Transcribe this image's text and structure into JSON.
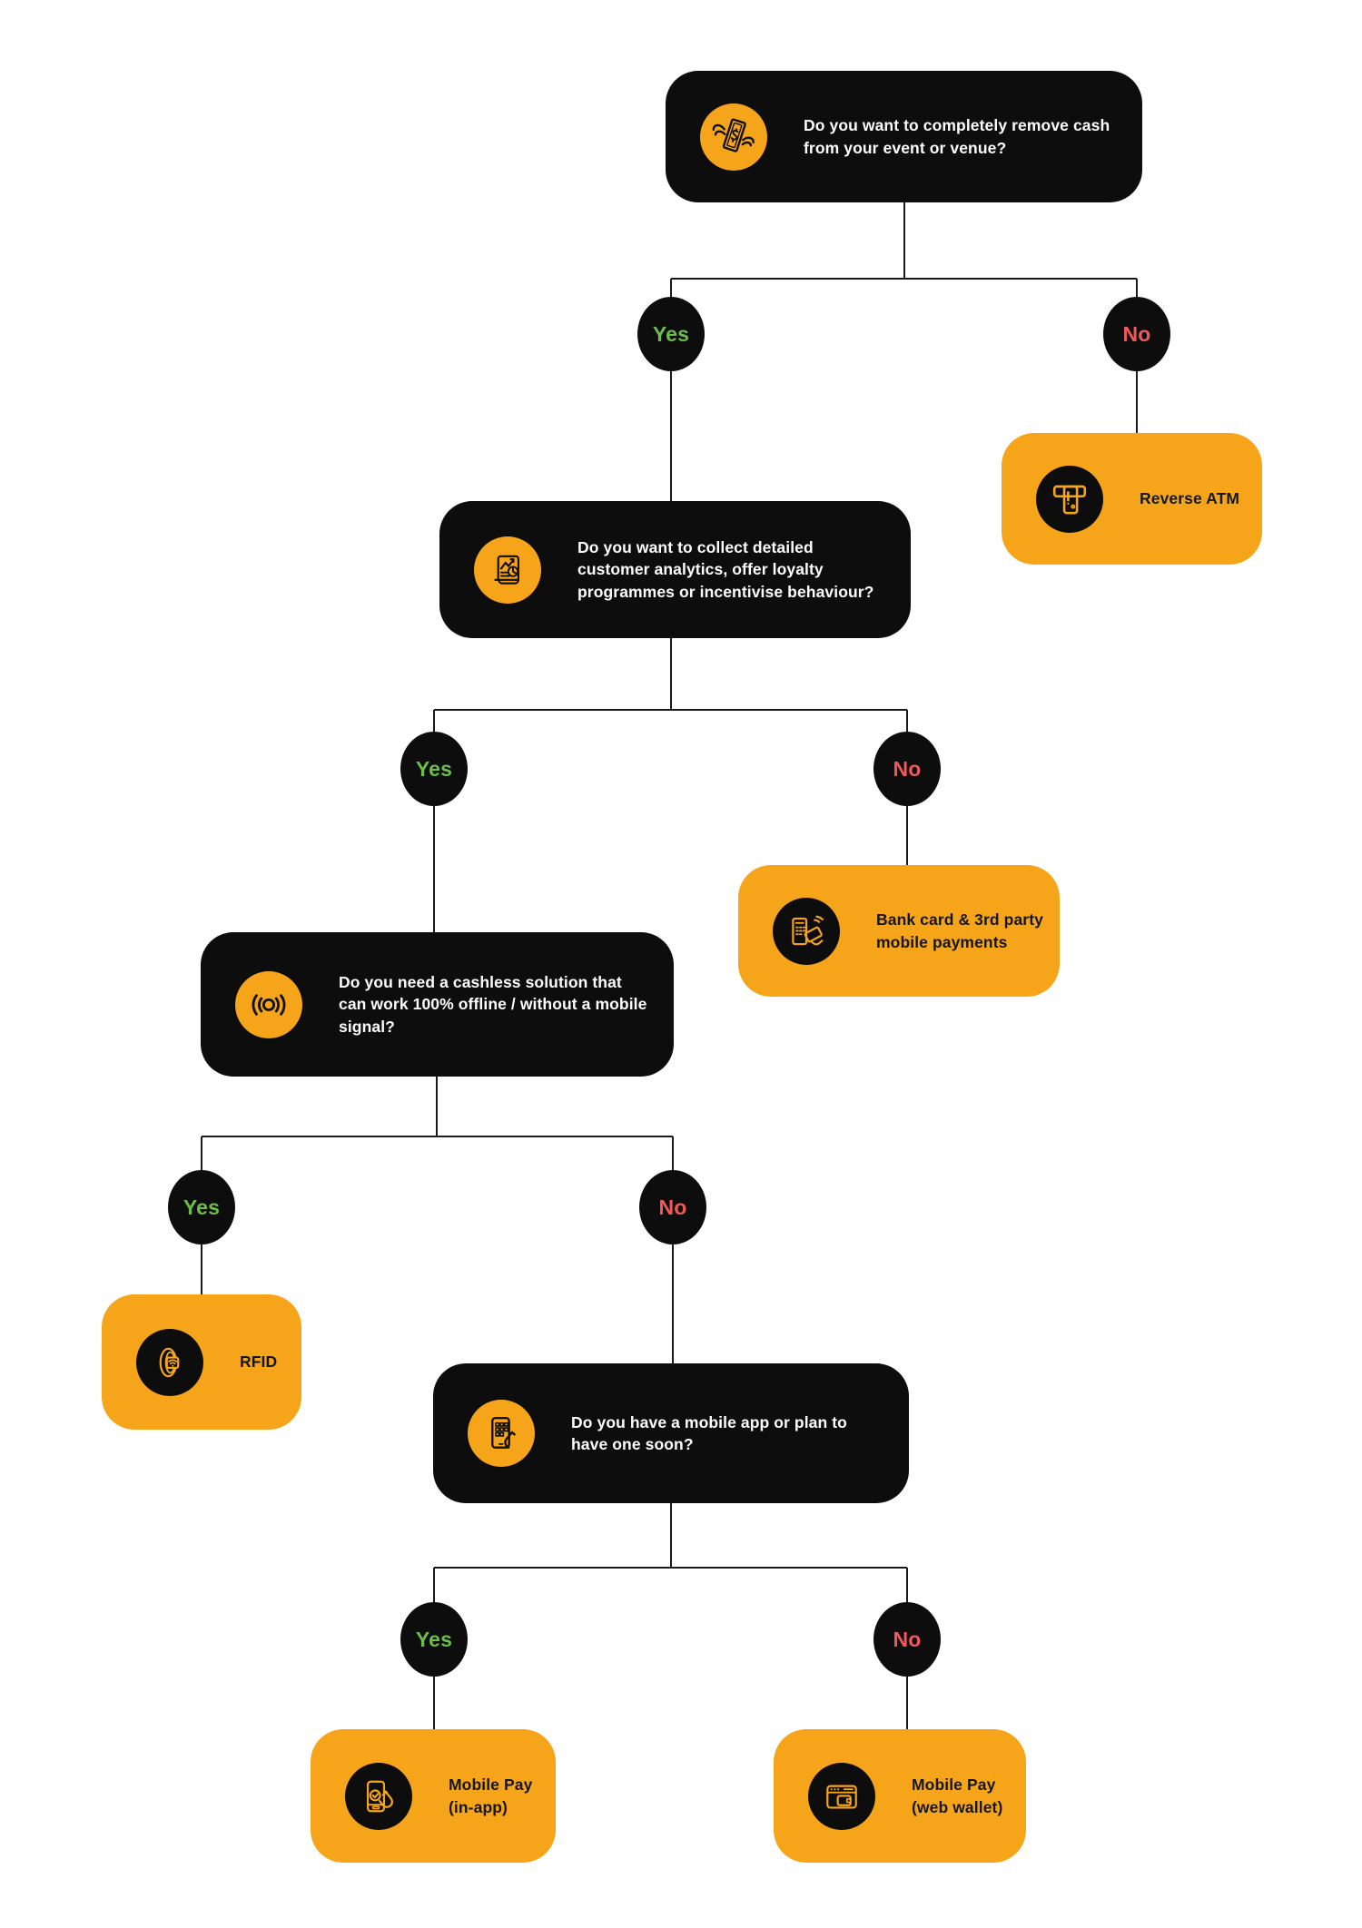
{
  "diagram": {
    "background": "#FFFFFF",
    "colors": {
      "node_dark": "#0D0D0D",
      "node_orange": "#F6A51B",
      "yes_green": "#6BBE4A",
      "no_red": "#F25858",
      "connector": "#1A1A1A",
      "question_text": "#FFFFFF",
      "outcome_text": "#161616"
    },
    "labels": {
      "yes": "Yes",
      "no": "No"
    },
    "questions": [
      {
        "id": "remove-cash",
        "icon": "money-with-wings-icon",
        "text": "Do you want to completely remove cash from your event or venue?"
      },
      {
        "id": "customer-analytics",
        "icon": "analytics-report-icon",
        "text": "Do you want to collect detailed customer analytics, offer loyalty programmes or incentivise behaviour?"
      },
      {
        "id": "offline-solution",
        "icon": "offline-signal-icon",
        "text": "Do you need a cashless solution that can work 100% offline / without a mobile signal?"
      },
      {
        "id": "mobile-app",
        "icon": "mobile-app-icon",
        "text": "Do you have a mobile app or plan to have one soon?"
      }
    ],
    "outcomes": [
      {
        "id": "reverse-atm",
        "icon": "reverse-atm-icon",
        "text": "Reverse ATM"
      },
      {
        "id": "bank-card",
        "icon": "card-terminal-icon",
        "text": "Bank card & 3rd party mobile payments"
      },
      {
        "id": "rfid",
        "icon": "rfid-wristband-icon",
        "text": "RFID"
      },
      {
        "id": "mobile-pay-in-app",
        "icon": "phone-tap-icon",
        "text": "Mobile Pay (in-app)"
      },
      {
        "id": "mobile-pay-web-wallet",
        "icon": "web-wallet-icon",
        "text": "Mobile Pay (web wallet)"
      }
    ]
  }
}
